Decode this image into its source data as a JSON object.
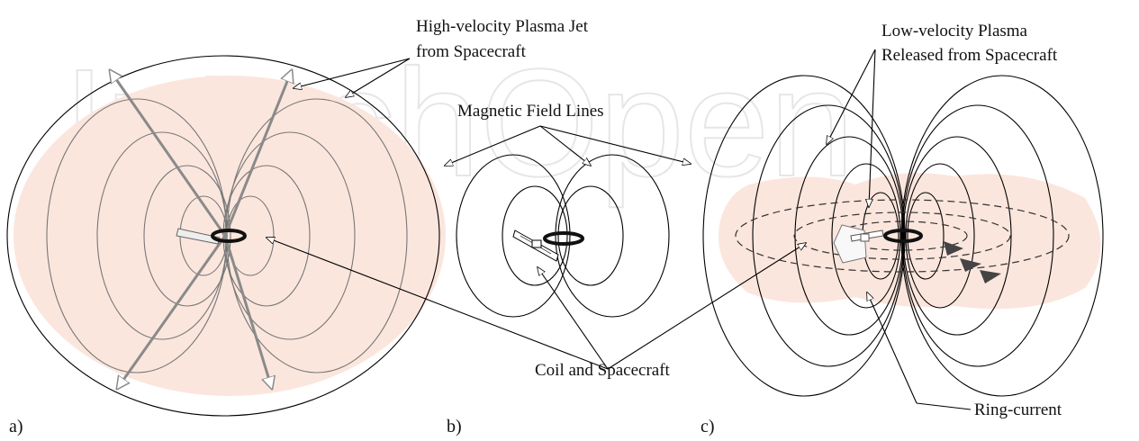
{
  "labels": {
    "high_velocity_jet_line1": "High-velocity Plasma Jet",
    "high_velocity_jet_line2": "from Spacecraft",
    "low_velocity_plasma_line1": "Low-velocity Plasma",
    "low_velocity_plasma_line2": "Released from Spacecraft",
    "magnetic_field_lines": "Magnetic Field Lines",
    "coil_and_spacecraft": "Coil and Spacecraft",
    "ring_current": "Ring-current"
  },
  "panels": {
    "a": "a)",
    "b": "b)",
    "c": "c)"
  },
  "watermark": "IntechOpen",
  "colors": {
    "plasma": "#fbe6dd",
    "line": "#000000",
    "jet": "#8a8a8a"
  }
}
